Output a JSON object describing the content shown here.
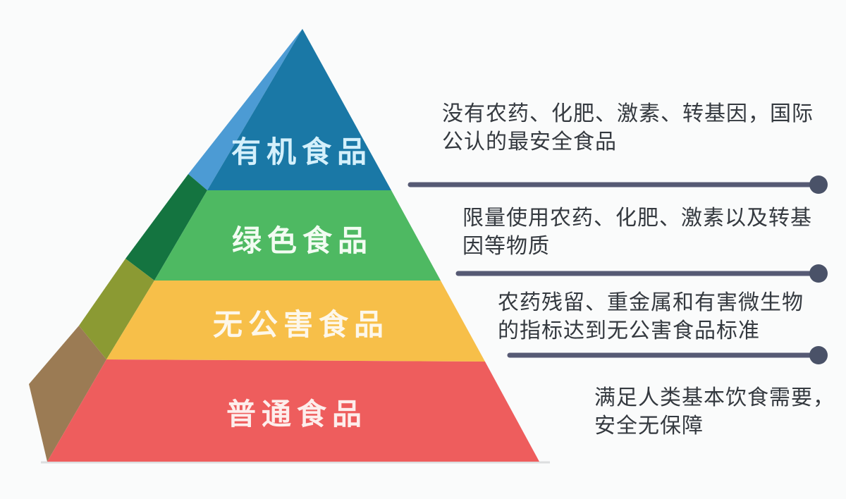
{
  "page": {
    "background": "#fafbfb",
    "text_color": "#34393f"
  },
  "pyramid": {
    "tiers": [
      {
        "label": "有机食品",
        "front_color": "#1a78a6",
        "side_color": "#4c9bd4",
        "label_color": "#d4f0fb"
      },
      {
        "label": "绿色食品",
        "front_color": "#4eb962",
        "side_color": "#147440",
        "label_color": "#f2fcf2"
      },
      {
        "label": "无公害食品",
        "front_color": "#f7bf49",
        "side_color": "#8b9a33",
        "label_color": "#fdf7ea"
      },
      {
        "label": "普通食品",
        "front_color": "#ee5d5d",
        "side_color": "#9b7b54",
        "label_color": "#fdeeec"
      }
    ],
    "base_shadow_color": "#dcdedf"
  },
  "connectors": {
    "line_color": "#565a74",
    "dot_color": "#4a5268"
  },
  "annotations": [
    {
      "line1": "没有农药、化肥、激素、转基因，国际",
      "line2": "公认的最安全食品"
    },
    {
      "line1": "限量使用农药、化肥、激素以及转基",
      "line2": "因等物质"
    },
    {
      "line1": "农药残留、重金属和有害微生物",
      "line2": "的指标达到无公害食品标准"
    },
    {
      "line1": "满足人类基本饮食需要，",
      "line2": "安全无保障"
    }
  ]
}
